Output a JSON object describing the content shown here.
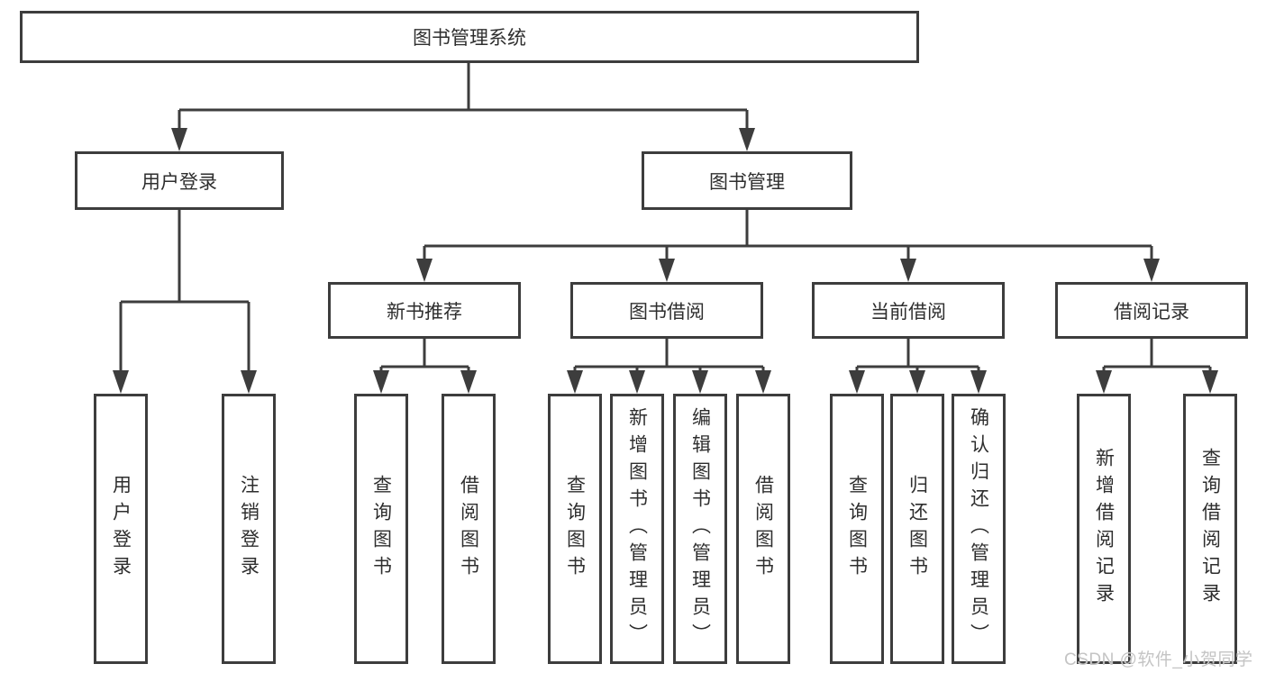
{
  "diagram": {
    "root": "图书管理系统",
    "branches": {
      "user_login": {
        "label": "用户登录",
        "children": [
          "用户登录",
          "注销登录"
        ]
      },
      "book_management": {
        "label": "图书管理",
        "sections": [
          {
            "label": "新书推荐",
            "children": [
              "查询图书",
              "借阅图书"
            ]
          },
          {
            "label": "图书借阅",
            "children": [
              "查询图书",
              "新增图书（管理员）",
              "编辑图书（管理员）",
              "借阅图书"
            ]
          },
          {
            "label": "当前借阅",
            "children": [
              "查询图书",
              "归还图书",
              "确认归还（管理员）"
            ]
          },
          {
            "label": "借阅记录",
            "children": [
              "新增借阅记录",
              "查询借阅记录"
            ]
          }
        ]
      }
    }
  },
  "colors": {
    "line": "#3d3d3d",
    "box_border": "#3d3d3d",
    "text": "#2e2e2e",
    "watermark": "#c4c4c4",
    "background": "#ffffff"
  },
  "watermark": "CSDN @软件_小贺同学"
}
